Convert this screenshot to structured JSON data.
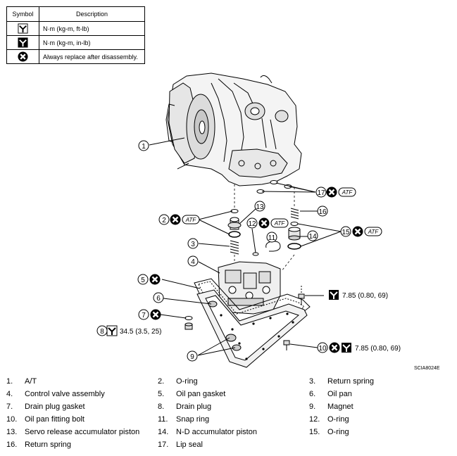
{
  "symbol_table": {
    "header_symbol": "Symbol",
    "header_description": "Description",
    "rows": [
      {
        "icon": "torque-wrench-icon",
        "description": "N·m (kg-m, ft-lb)"
      },
      {
        "icon": "torque-wrench-small-icon",
        "description": "N·m (kg-m, in-lb)"
      },
      {
        "icon": "replace-x-icon",
        "description": "Always replace after disassembly."
      }
    ]
  },
  "callouts": {
    "c1": "1",
    "c2": "2",
    "c3": "3",
    "c4": "4",
    "c5": "5",
    "c6": "6",
    "c7": "7",
    "c8": "8",
    "c9": "9",
    "c10": "10",
    "c11": "11",
    "c12": "12",
    "c13": "13",
    "c14": "14",
    "c15": "15",
    "c16": "16",
    "c17": "17"
  },
  "atf_label": "ATF",
  "torque": {
    "t8": "34.5 (3.5, 25)",
    "t_bolt": "7.85 (0.80, 69)",
    "t10": "7.85 (0.80, 69)"
  },
  "figure_code": "SCIA8024E",
  "legend": [
    {
      "num": "1.",
      "label": "A/T"
    },
    {
      "num": "2.",
      "label": "O-ring"
    },
    {
      "num": "3.",
      "label": "Return spring"
    },
    {
      "num": "4.",
      "label": "Control valve assembly"
    },
    {
      "num": "5.",
      "label": "Oil pan gasket"
    },
    {
      "num": "6.",
      "label": "Oil pan"
    },
    {
      "num": "7.",
      "label": "Drain plug gasket"
    },
    {
      "num": "8.",
      "label": "Drain plug"
    },
    {
      "num": "9.",
      "label": "Magnet"
    },
    {
      "num": "10.",
      "label": "Oil pan fitting bolt"
    },
    {
      "num": "11.",
      "label": "Snap ring"
    },
    {
      "num": "12.",
      "label": "O-ring"
    },
    {
      "num": "13.",
      "label": "Servo release accumulator piston"
    },
    {
      "num": "14.",
      "label": "N-D accumulator piston"
    },
    {
      "num": "15.",
      "label": "O-ring"
    },
    {
      "num": "16.",
      "label": "Return spring"
    },
    {
      "num": "17.",
      "label": "Lip seal"
    }
  ]
}
